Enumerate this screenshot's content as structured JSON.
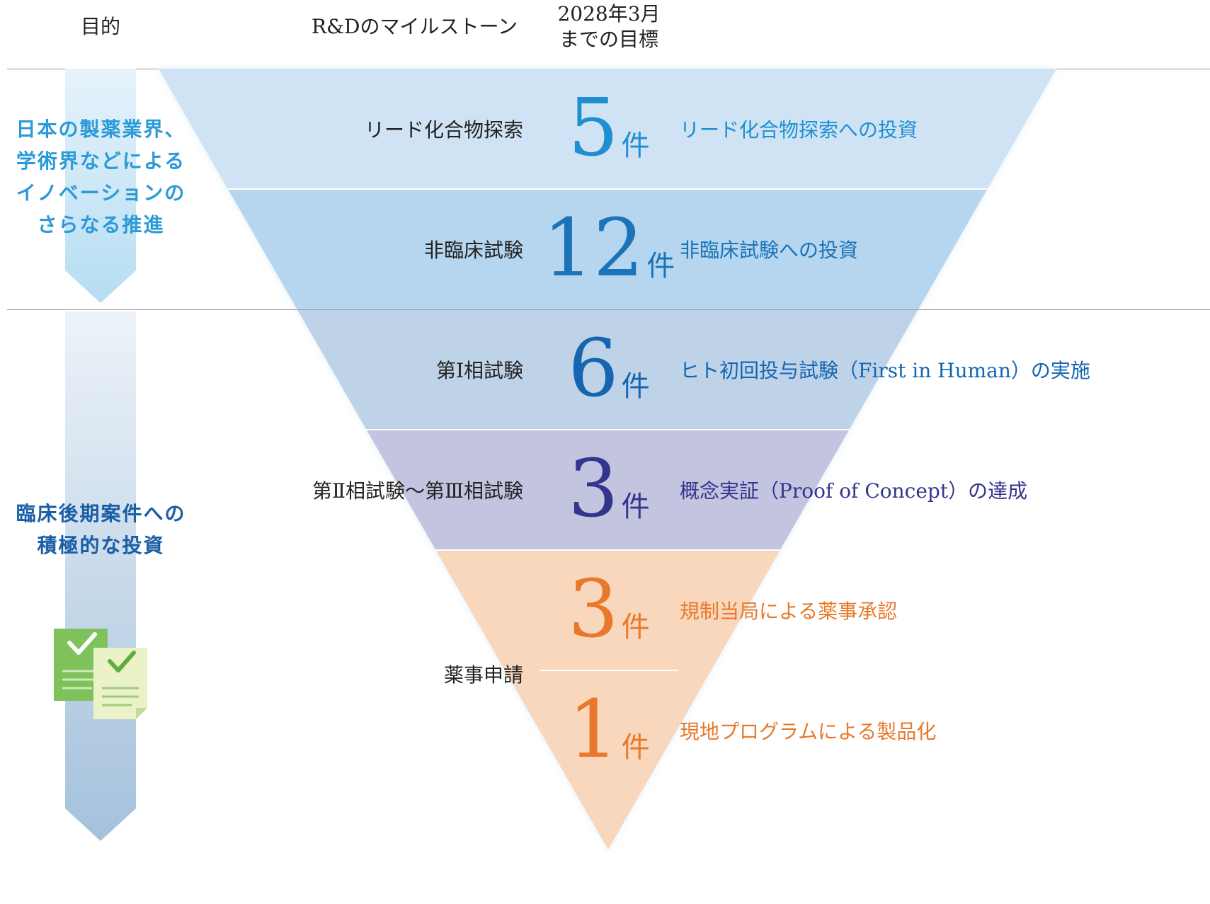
{
  "header": {
    "purpose": "目的",
    "milestone": "R&Dのマイルストーン",
    "target_line1": "2028年3月",
    "target_line2": "までの目標"
  },
  "purpose_blocks": [
    {
      "lines": [
        "日本の製薬業界、",
        "学術界などによる",
        "イノベーションの",
        "さらなる推進"
      ]
    },
    {
      "lines": [
        "臨床後期案件への",
        "積極的な投資"
      ]
    }
  ],
  "stages": [
    {
      "label": "リード化合物探索",
      "count": "5",
      "unit": "件",
      "goal": "リード化合物探索への投資",
      "color": "#1f8fd0"
    },
    {
      "label": "非臨床試験",
      "count": "12",
      "unit": "件",
      "goal": "非臨床試験への投資",
      "color": "#1b73b8"
    },
    {
      "label": "第Ⅰ相試験",
      "count": "6",
      "unit": "件",
      "goal": "ヒト初回投与試験（First in Human）の実施",
      "color": "#1565b0"
    },
    {
      "label": "第Ⅱ相試験～第Ⅲ相試験",
      "count": "3",
      "unit": "件",
      "goal": "概念実証（Proof of Concept）の達成",
      "color": "#33358c"
    },
    {
      "label": "",
      "count": "3",
      "unit": "件",
      "goal": "規制当局による薬事承認",
      "color": "#e8792a"
    },
    {
      "label": "",
      "count": "1",
      "unit": "件",
      "goal": "現地プログラムによる製品化",
      "color": "#e8792a"
    }
  ],
  "application_label": "薬事申請",
  "colors": {
    "band1": "#cfe3f4",
    "band2": "#b5d6ee",
    "band3": "#bed3e8",
    "band4": "#c3c4e0",
    "band5": "#f8d7bd",
    "purpose_blue": "#2b9ad6",
    "purpose_navy": "#1a5ea6"
  },
  "icons": [
    "document-check-icon",
    "document-check-icon"
  ]
}
